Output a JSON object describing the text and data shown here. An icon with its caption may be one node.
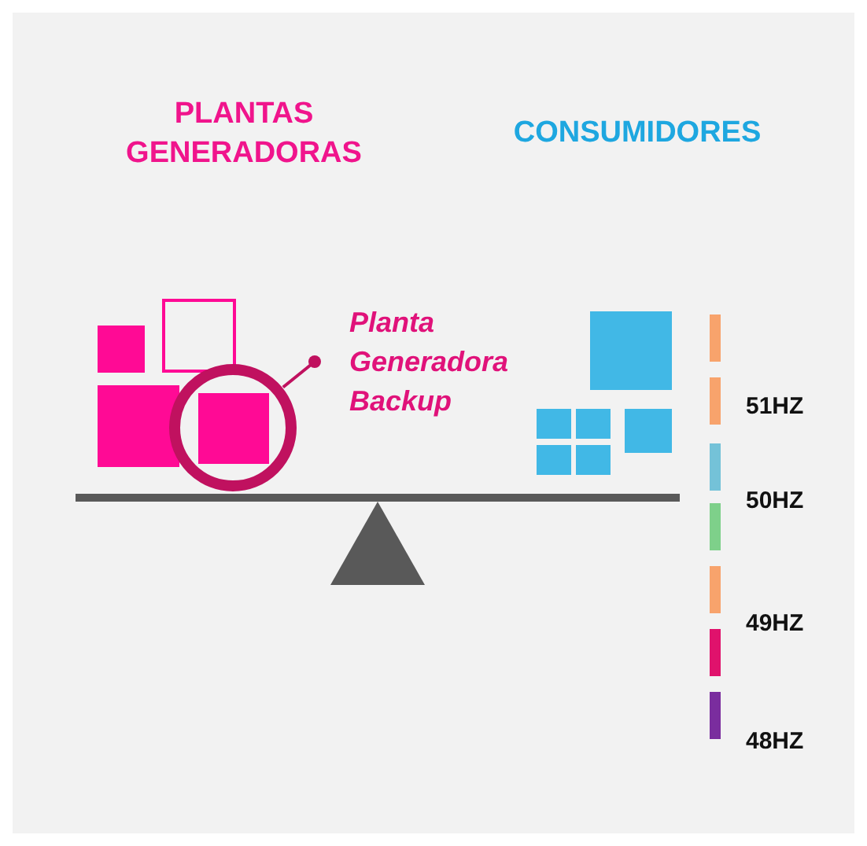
{
  "diagram": {
    "nodes": [
      {
        "text": [
          "Planta Generadora Backup"
        ]
      },
      {
        "text": [],
        "shape": "circle"
      }
    ],
    "edges": [
      {
        "from": 0,
        "to": 1,
        "arrow": "other"
      }
    ],
    "labels": [
      "PLANTAS GENERADORAS",
      "CONSUMIDORES",
      "51HZ",
      "50HZ",
      "49HZ",
      "48HZ"
    ]
  }
}
